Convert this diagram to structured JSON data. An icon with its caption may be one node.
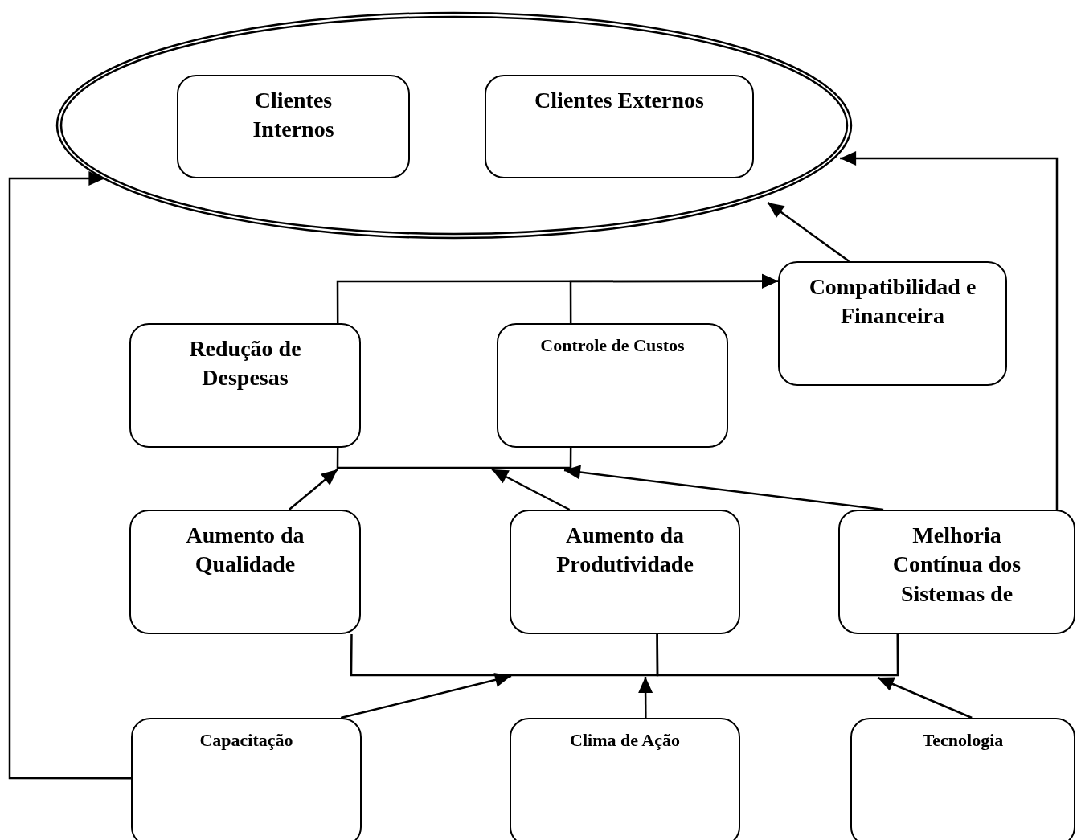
{
  "diagram": {
    "nodes": [
      {
        "text": [],
        "shape": "ellipse"
      },
      {
        "text": [
          "Clientes Internos"
        ],
        "in": 0
      },
      {
        "text": [
          "Clientes Externos"
        ],
        "in": 0
      },
      {
        "text": [
          "Compatibilidad e Financeira"
        ]
      },
      {
        "text": [
          "Redução de Despesas"
        ]
      },
      {
        "text": [
          "Controle de Custos"
        ]
      },
      {
        "text": [
          "Aumento da Qualidade"
        ]
      },
      {
        "text": [
          "Aumento da Produtividade"
        ]
      },
      {
        "text": [
          "Melhoria Contínua dos Sistemas de"
        ]
      },
      {
        "text": [
          "Capacitação"
        ]
      },
      {
        "text": [
          "Clima de Ação"
        ]
      },
      {
        "text": [
          "Tecnologia"
        ]
      }
    ],
    "edges": [
      {
        "from": 9,
        "to": 0,
        "arrow": "to"
      },
      {
        "from": 8,
        "to": 0,
        "arrow": "to"
      },
      {
        "from": 3,
        "to": 0,
        "arrow": "to"
      },
      {
        "from": 4,
        "to": 3,
        "arrow": "to"
      },
      {
        "from": 5,
        "to": 3,
        "arrow": "to"
      },
      {
        "from": 4,
        "to": 5,
        "arrow": "none"
      },
      {
        "from": 6,
        "to": null,
        "arrow": "to"
      },
      {
        "from": 7,
        "to": null,
        "arrow": "to"
      },
      {
        "from": 8,
        "to": null,
        "arrow": "to"
      },
      {
        "from": 6,
        "to": 7,
        "arrow": "none"
      },
      {
        "from": 7,
        "to": 8,
        "arrow": "none"
      },
      {
        "from": 9,
        "to": null,
        "arrow": "to"
      },
      {
        "from": 10,
        "to": null,
        "arrow": "to"
      },
      {
        "from": 11,
        "to": null,
        "arrow": "to"
      }
    ]
  }
}
